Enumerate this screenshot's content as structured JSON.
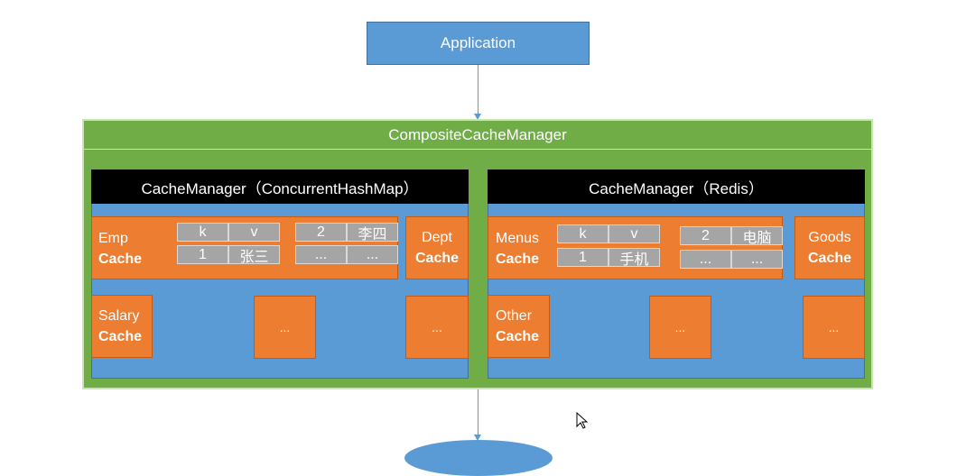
{
  "application": {
    "label": "Application"
  },
  "composite": {
    "title": "CompositeCacheManager"
  },
  "managers": [
    {
      "title": "CacheManager（ConcurrentHashMap）",
      "cache1": {
        "name": "Emp",
        "suffix": "Cache",
        "kv": [
          [
            "k",
            "v"
          ],
          [
            "1",
            "张三"
          ]
        ],
        "kv2": [
          [
            "2",
            "李四"
          ],
          [
            "...",
            "..."
          ]
        ]
      },
      "cache2": {
        "name": "Dept",
        "suffix": "Cache"
      },
      "cache3": {
        "name": "Salary",
        "suffix": "Cache"
      },
      "dots": [
        "...",
        "..."
      ]
    },
    {
      "title": "CacheManager（Redis）",
      "cache1": {
        "name": "Menus",
        "suffix": "Cache",
        "kv": [
          [
            "k",
            "v"
          ],
          [
            "1",
            "手机"
          ]
        ],
        "kv2": [
          [
            "2",
            "电脑"
          ],
          [
            "...",
            "..."
          ]
        ]
      },
      "cache2": {
        "name": "Goods",
        "suffix": "Cache"
      },
      "cache3": {
        "name": "Other",
        "suffix": "Cache"
      },
      "dots": [
        "...",
        "..."
      ]
    }
  ],
  "colors": {
    "blue": "#5b9bd5",
    "green": "#70ad47",
    "orange": "#ed7d31",
    "gray": "#a5a5a5",
    "black": "#000000"
  }
}
